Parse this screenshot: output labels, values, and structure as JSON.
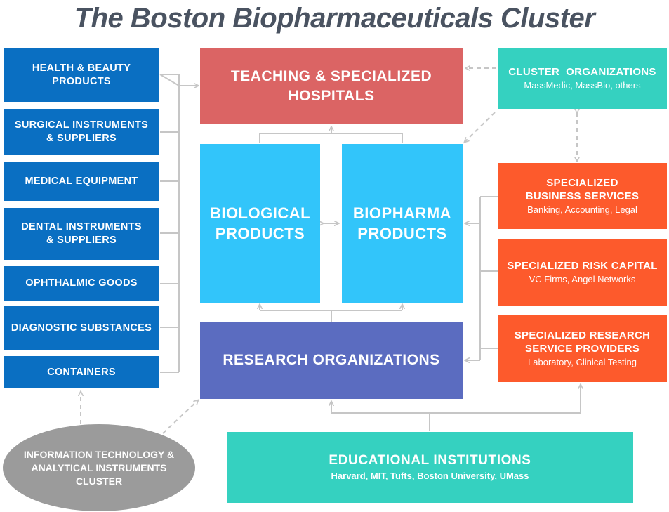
{
  "title": "The Boston Biopharmaceuticals Cluster",
  "left_column": [
    "HEALTH & BEAUTY\nPRODUCTS",
    "SURGICAL INSTRUMENTS\n& SUPPLIERS",
    "MEDICAL EQUIPMENT",
    "DENTAL INSTRUMENTS\n& SUPPLIERS",
    "OPHTHALMIC GOODS",
    "DIAGNOSTIC SUBSTANCES",
    "CONTAINERS"
  ],
  "hospitals": "TEACHING & SPECIALIZED\nHOSPITALS",
  "biological_products": "BIOLOGICAL\nPRODUCTS",
  "biopharma_products": "BIOPHARMA\nPRODUCTS",
  "research_organizations": "RESEARCH ORGANIZATIONS",
  "cluster_organizations": {
    "title": "CLUSTER  ORGANIZATIONS",
    "sub": "MassMedic, MassBio, others"
  },
  "business_services": {
    "title": "SPECIALIZED\nBUSINESS SERVICES",
    "sub": "Banking, Accounting, Legal"
  },
  "risk_capital": {
    "title": "SPECIALIZED RISK CAPITAL",
    "sub": "VC Firms, Angel Networks"
  },
  "research_service": {
    "title": "SPECIALIZED RESEARCH\nSERVICE PROVIDERS",
    "sub": "Laboratory, Clinical Testing"
  },
  "education": {
    "title": "EDUCATIONAL INSTITUTIONS",
    "sub": "Harvard, MIT, Tufts, Boston University, UMass"
  },
  "it_cluster": "INFORMATION TECHNOLOGY &\nANALYTICAL INSTRUMENTS\nCLUSTER",
  "colors": {
    "blue": "#0a6fc2",
    "red": "#db6464",
    "sky": "#32c5fa",
    "indigo": "#5b6cc0",
    "teal": "#35d1c0",
    "orange": "#fd5a2c",
    "gray": "#9b9b9b",
    "connector": "#c6c6c6",
    "title": "#4a5361"
  }
}
